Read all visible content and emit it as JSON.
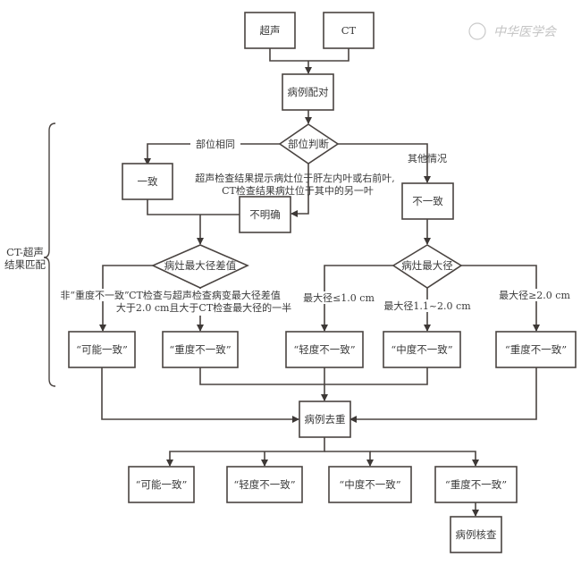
{
  "watermark": {
    "text": "中华医学会",
    "icon": "society-emblem-icon"
  },
  "nodes": {
    "ultrasound": "超声",
    "ct": "CT",
    "case_pairing": "病例配对",
    "location_judgment": "部位判断",
    "consistent": "一致",
    "unclear": "不明确",
    "inconsistent": "不一致",
    "lesion_diameter_diff": "病灶最大径差值",
    "lesion_max_diameter": "病灶最大径",
    "possible_consistent_1": "“可能一致”",
    "severe_inconsistent_1": "“重度不一致”",
    "mild_inconsistent_1": "“轻度不一致”",
    "moderate_inconsistent_1": "“中度不一致”",
    "severe_inconsistent_2": "“重度不一致”",
    "deduplication": "病例去重",
    "possible_consistent_2": "“可能一致”",
    "mild_inconsistent_2": "“轻度不一致”",
    "moderate_inconsistent_2": "“中度不一致”",
    "severe_inconsistent_3": "“重度不一致”",
    "case_review": "病例核查"
  },
  "edge_labels": {
    "same_location": "部位相同",
    "other_cases": "其他情况",
    "unclear_condition_line1": "超声检查结果提示病灶位于肝左内叶或右前叶,",
    "unclear_condition_line2": "CT检查结果病灶位于其中的另一叶",
    "not_severe": "非“重度不一致”",
    "diff_condition_line1": "CT检查与超声检查病变最大径差值",
    "diff_condition_line2": "大于2.0 cm且大于CT检查最大径的一半",
    "le_1cm": "最大径≤1.0 cm",
    "range_1_2cm": "最大径1.1~2.0 cm",
    "ge_2cm": "最大径≥2.0 cm"
  },
  "group_label": {
    "line1": "CT-超声",
    "line2": "结果匹配"
  }
}
